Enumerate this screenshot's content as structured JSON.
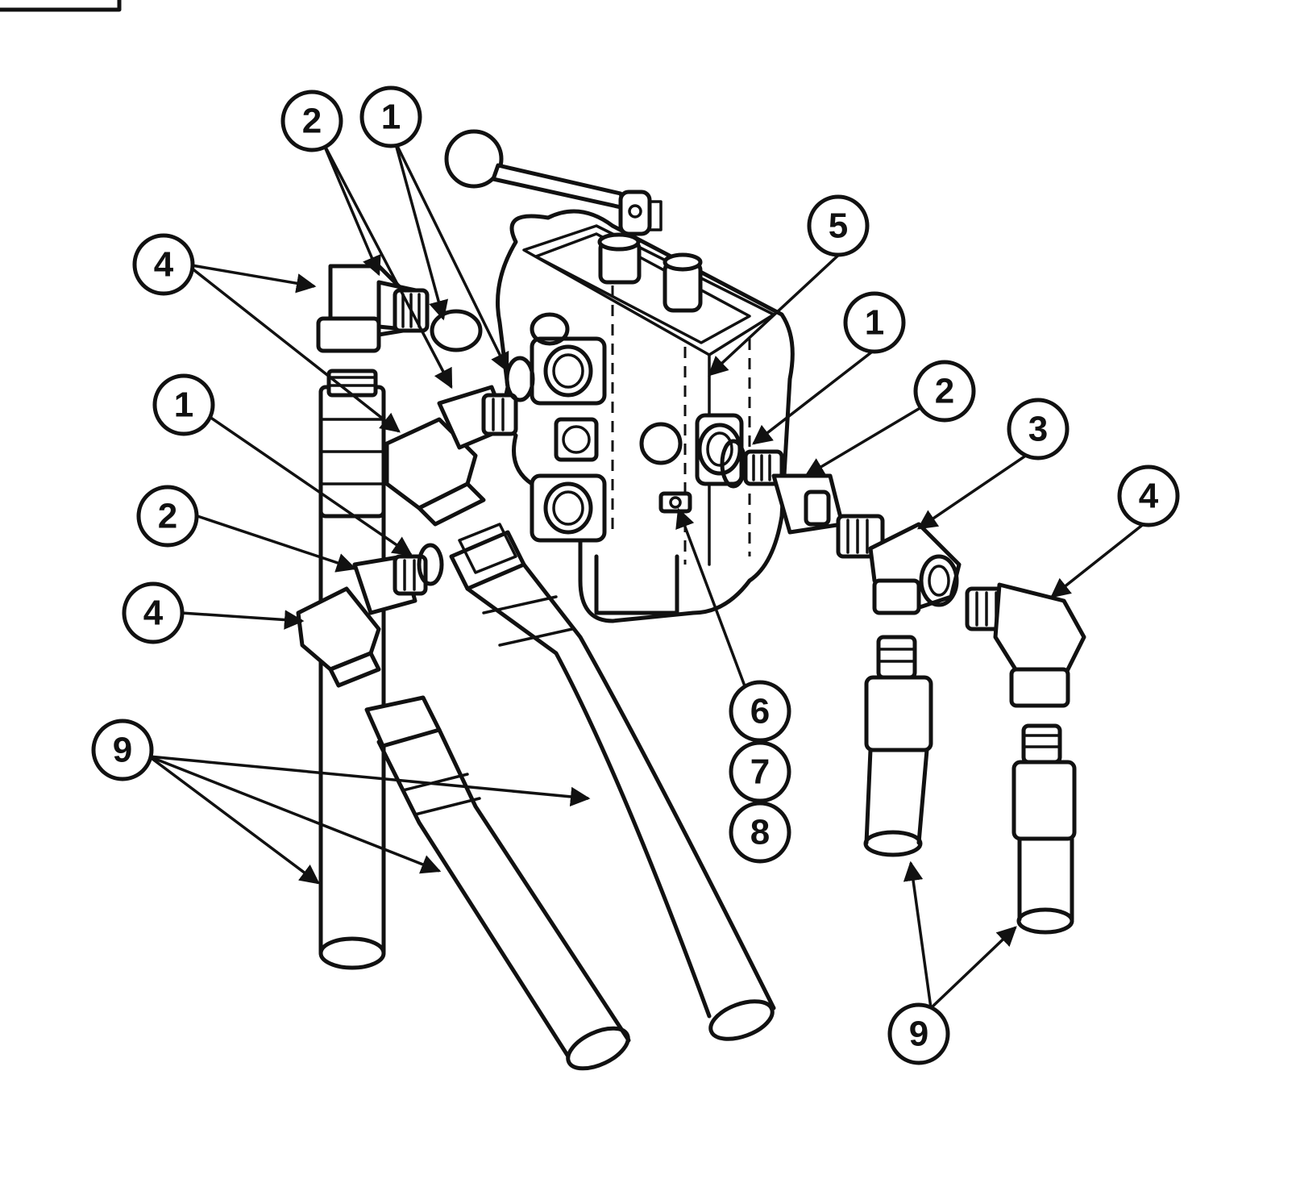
{
  "callouts": [
    {
      "id": "c1a",
      "label": "1"
    },
    {
      "id": "c2a",
      "label": "2"
    },
    {
      "id": "c4a",
      "label": "4"
    },
    {
      "id": "c1b",
      "label": "1"
    },
    {
      "id": "c2b",
      "label": "2"
    },
    {
      "id": "c4b",
      "label": "4"
    },
    {
      "id": "c9a",
      "label": "9"
    },
    {
      "id": "c5",
      "label": "5"
    },
    {
      "id": "c1c",
      "label": "1"
    },
    {
      "id": "c2c",
      "label": "2"
    },
    {
      "id": "c3",
      "label": "3"
    },
    {
      "id": "c4c",
      "label": "4"
    },
    {
      "id": "c6",
      "label": "6"
    },
    {
      "id": "c7",
      "label": "7"
    },
    {
      "id": "c8",
      "label": "8"
    },
    {
      "id": "c9b",
      "label": "9"
    }
  ],
  "colors": {
    "ink": "#111111",
    "paper": "#ffffff"
  }
}
